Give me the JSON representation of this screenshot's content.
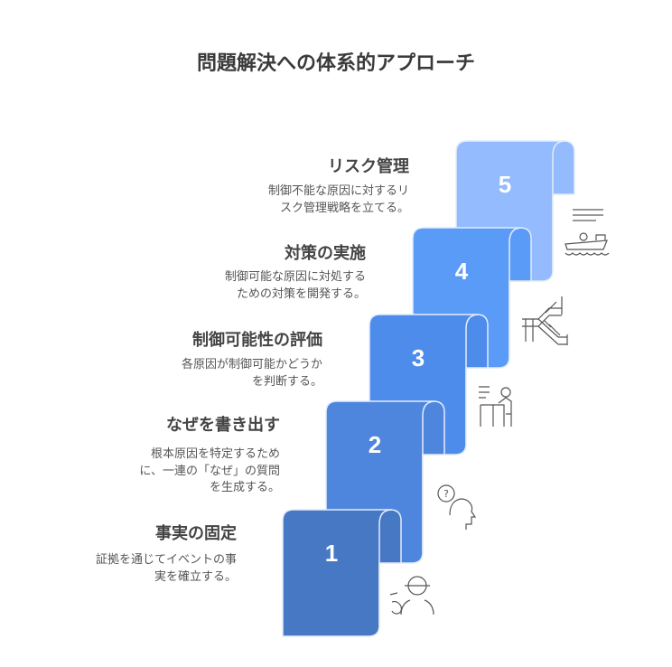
{
  "title": "問題解決への体系的アプローチ",
  "steps": [
    {
      "number": "1",
      "title": "事実の固定",
      "description": "証拠を通じてイベントの事実を確立する。",
      "lines": [
        "証拠を通じてイベントの事",
        "実を確立する。"
      ],
      "color": "#4778C4",
      "icon": "detective-icon"
    },
    {
      "number": "2",
      "title": "なぜを書き出す",
      "description": "根本原因を特定するために、一連の「なぜ」の質問を生成する。",
      "lines": [
        "根本原因を特定するため",
        "に、一連の「なぜ」の質問",
        "を生成する。"
      ],
      "color": "#4F86DD",
      "icon": "question-head-icon"
    },
    {
      "number": "3",
      "title": "制御可能性の評価",
      "description": "各原因が制御可能かどうかを判断する。",
      "lines": [
        "各原因が制御可能かどうか",
        "を判断する。"
      ],
      "color": "#4E8CEB",
      "icon": "person-at-desk-icon"
    },
    {
      "number": "4",
      "title": "対策の実施",
      "description": "制御可能な原因に対処するための対策を開発する。",
      "lines": [
        "制御可能な原因に対処する",
        "ための対策を開発する。"
      ],
      "color": "#5B9BF8",
      "icon": "staircase-icon"
    },
    {
      "number": "5",
      "title": "リスク管理",
      "description": "制御不能な原因に対するリスク管理戦略を立てる。",
      "lines": [
        "制御不能な原因に対するリ",
        "スク管理戦略を立てる。"
      ],
      "color": "#93BBFD",
      "icon": "boat-on-waves-icon"
    }
  ]
}
